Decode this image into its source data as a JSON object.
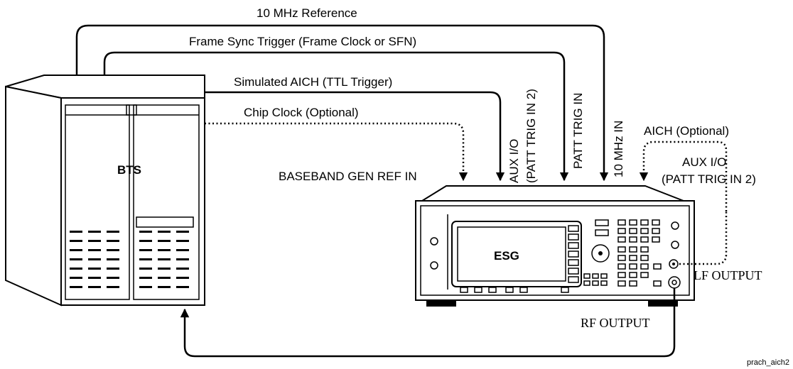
{
  "connections": {
    "ref_10mhz": "10 MHz Reference",
    "frame_sync": "Frame Sync Trigger (Frame Clock or SFN)",
    "simulated_aich": "Simulated AICH (TTL Trigger)",
    "chip_clock": "Chip Clock (Optional)",
    "aich_optional": "AICH (Optional)"
  },
  "ports": {
    "baseband_gen_ref_in": "BASEBAND GEN REF IN",
    "aux_io_line1": "AUX I/O",
    "aux_io_line2": "(PATT TRIG IN 2)",
    "patt_trig_in": "PATT TRIG IN",
    "mhz_in": "10 MHz IN",
    "aux_io_right_line1": "AUX I/O",
    "aux_io_right_line2": "(PATT TRIG IN 2)",
    "lf_output": "LF OUTPUT",
    "rf_output": "RF OUTPUT"
  },
  "devices": {
    "bts": "BTS",
    "esg": "ESG"
  },
  "figure_id": "prach_aich2"
}
